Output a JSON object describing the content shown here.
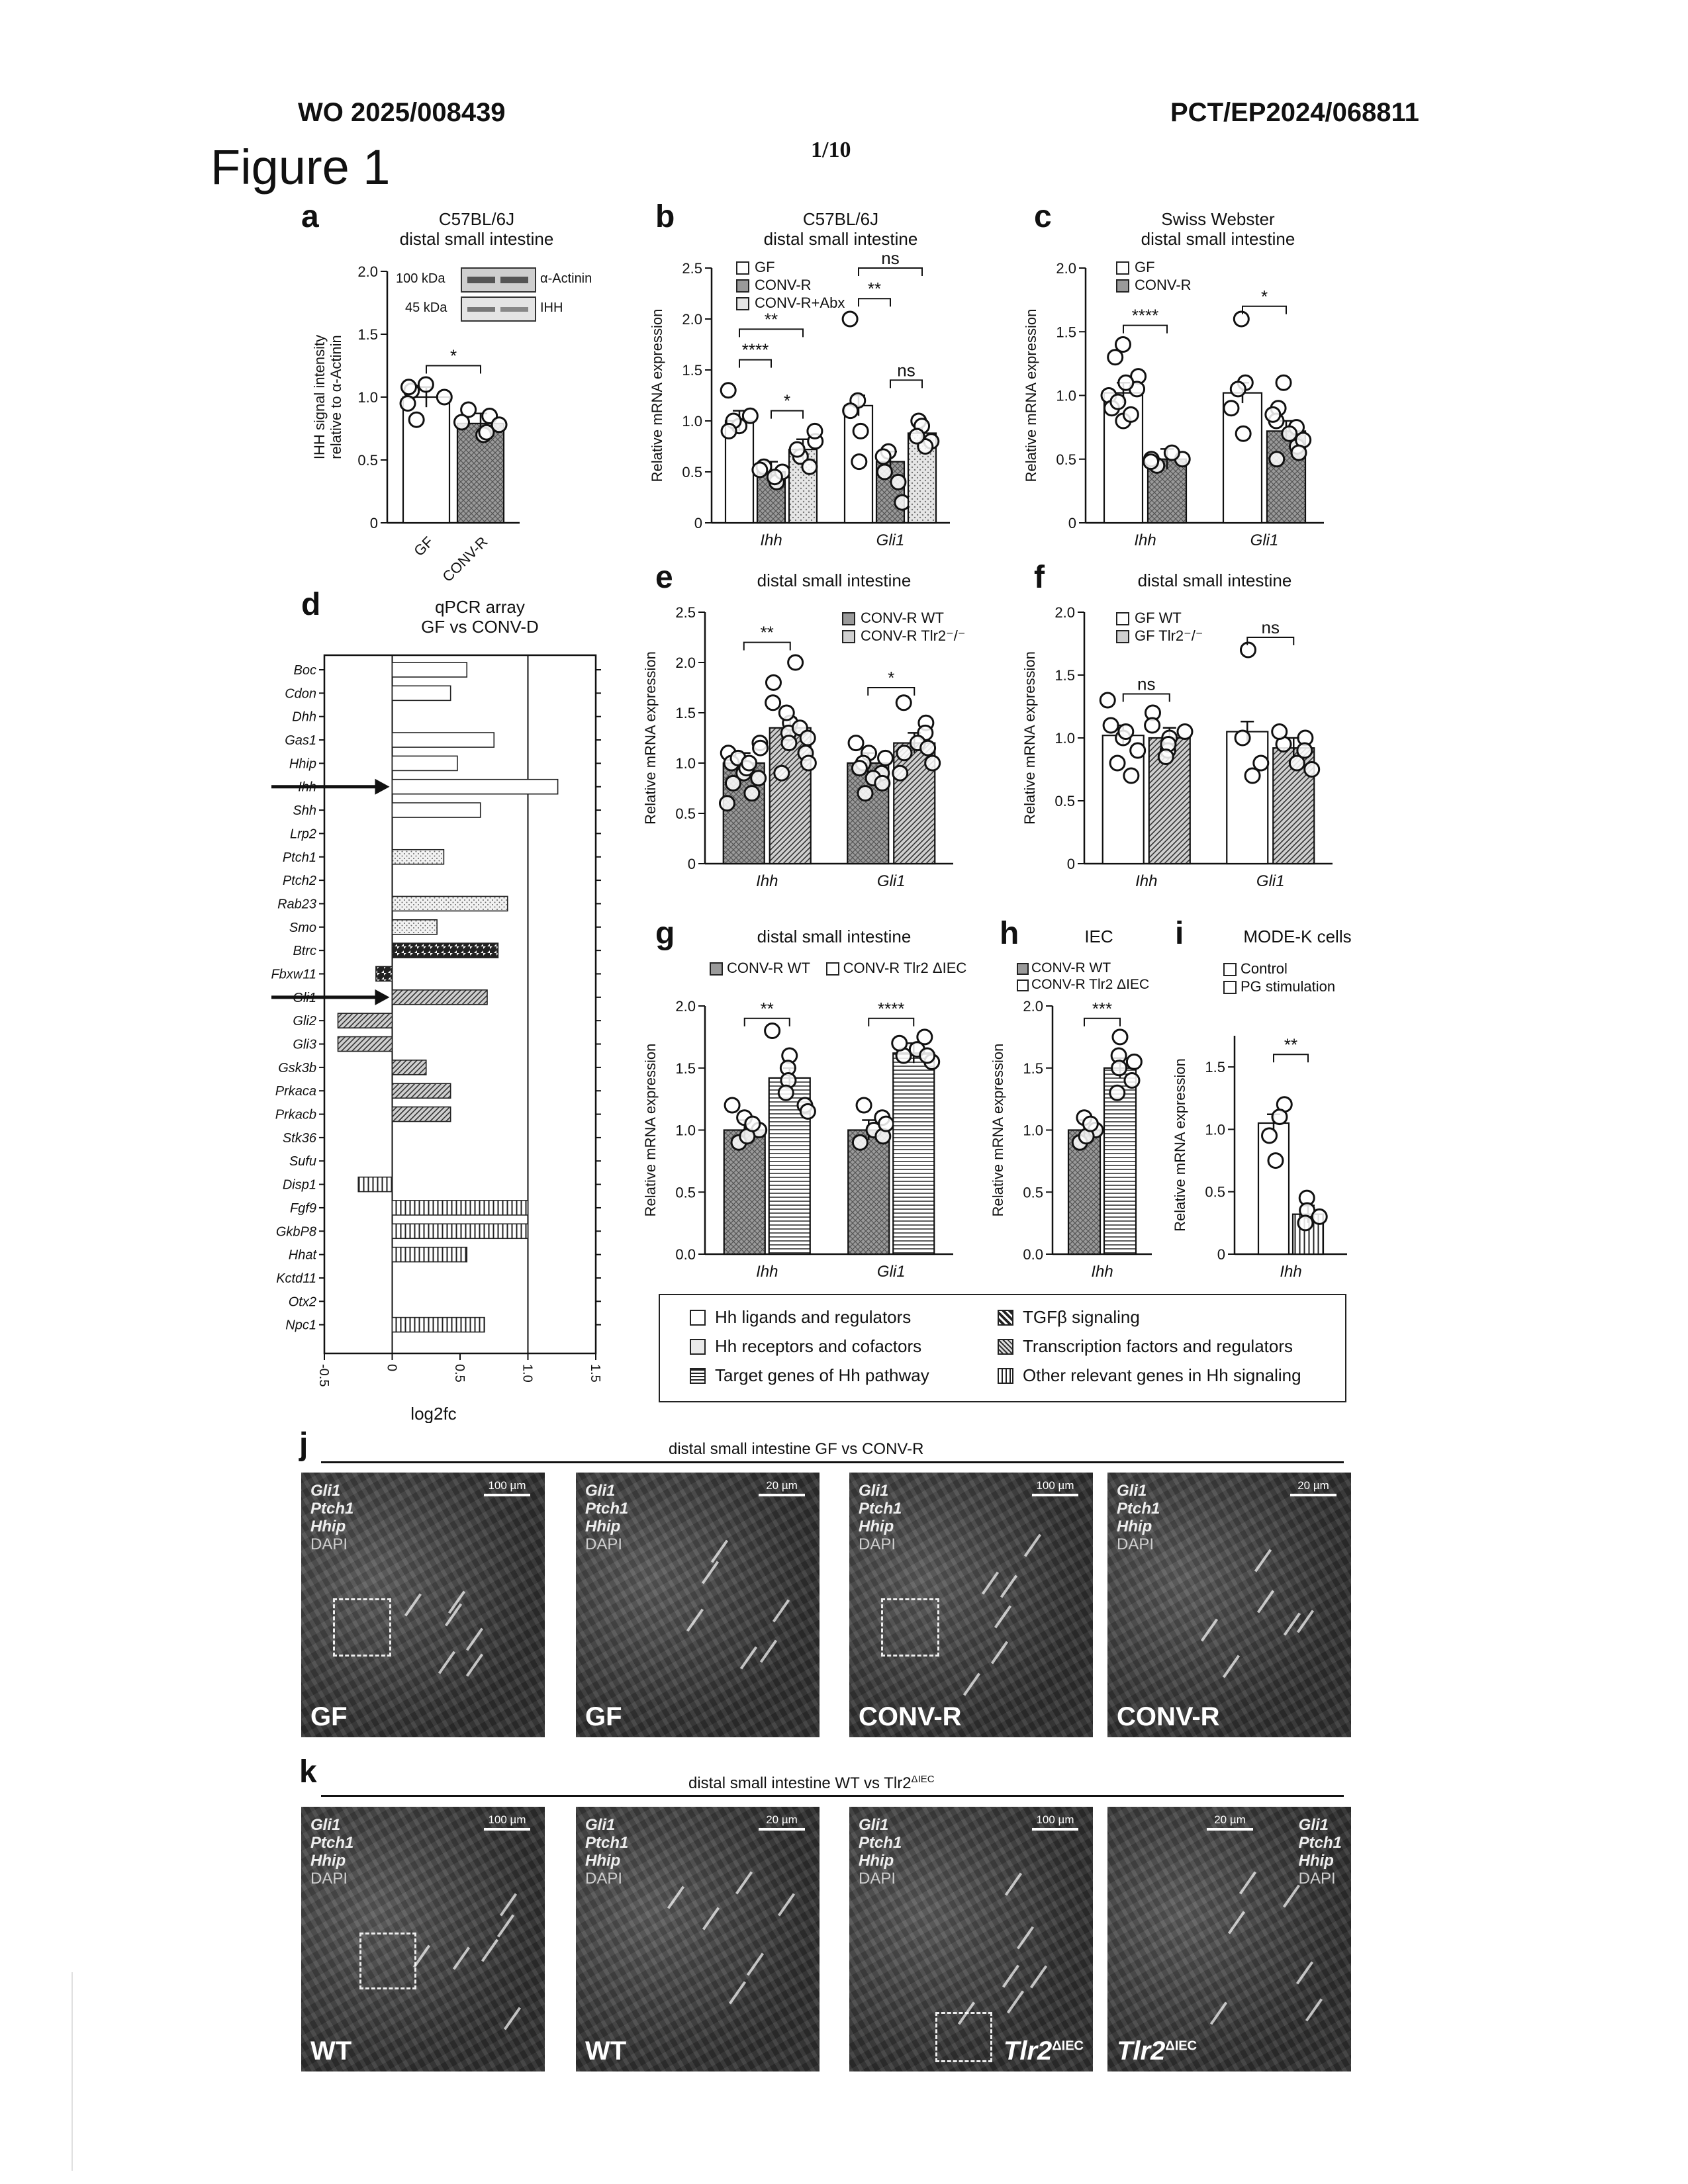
{
  "header": {
    "left": "WO 2025/008439",
    "right": "PCT/EP2024/068811",
    "page": "1/10",
    "figure": "Figure 1"
  },
  "colors": {
    "ink": "#111111",
    "bar_white": "#ffffff",
    "bar_grey": "#9a9a9a",
    "bar_light": "#d8d8d8",
    "micrograph": "#3a3a3a"
  },
  "panels": {
    "a": {
      "label": "a",
      "title1": "C57BL/6J",
      "title2": "distal small intestine",
      "ylabel1": "IHH signal intensity",
      "ylabel2": "relative to α-Actinin",
      "blot": [
        {
          "kda": "100 kDa",
          "protein": "α-Actinin"
        },
        {
          "kda": "45 kDa",
          "protein": "IHH"
        }
      ],
      "sig": "*"
    },
    "b": {
      "label": "b",
      "title1": "C57BL/6J",
      "title2": "distal small intestine",
      "ylabel": "Relative mRNA expression",
      "legend": [
        "GF",
        "CONV-R",
        "CONV-R+Abx"
      ]
    },
    "c": {
      "label": "c",
      "title1": "Swiss Webster",
      "title2": "distal small intestine",
      "ylabel": "Relative mRNA expression",
      "legend": [
        "GF",
        "CONV-R"
      ]
    },
    "d": {
      "label": "d",
      "title1": "qPCR array",
      "title2": "GF vs CONV-D",
      "xlabel": "log2fc"
    },
    "e": {
      "label": "e",
      "title1": "distal small intestine",
      "ylabel": "Relative mRNA expression",
      "legend": [
        "CONV-R WT",
        "CONV-R Tlr2⁻/⁻"
      ]
    },
    "f": {
      "label": "f",
      "title1": "distal small intestine",
      "ylabel": "Relative mRNA expression",
      "legend": [
        "GF WT",
        "GF Tlr2⁻/⁻"
      ]
    },
    "g": {
      "label": "g",
      "title1": "distal small intestine",
      "ylabel": "Relative mRNA expression",
      "legend": [
        "CONV-R WT",
        "CONV-R Tlr2 ΔIEC"
      ]
    },
    "h": {
      "label": "h",
      "title1": "IEC",
      "ylabel": "Relative mRNA expression",
      "legend": [
        "CONV-R WT",
        "CONV-R Tlr2 ΔIEC"
      ]
    },
    "i": {
      "label": "i",
      "title1": "MODE-K cells",
      "ylabel": "Relative mRNA expression",
      "legend": [
        "Control",
        "PG stimulation"
      ]
    },
    "j": {
      "label": "j",
      "title": "distal small intestine GF vs CONV-R"
    },
    "k": {
      "label": "k",
      "title": "distal small intestine WT vs Tlr2",
      "title_sup": "ΔIEC"
    }
  },
  "category_legend": [
    {
      "label": "Hh ligands and regulators",
      "pattern": "white"
    },
    {
      "label": "Hh receptors and cofactors",
      "pattern": "dots"
    },
    {
      "label": "Target genes of Hh pathway",
      "pattern": "hlines"
    },
    {
      "label": "TGFβ signaling",
      "pattern": "diag-bold"
    },
    {
      "label": "Transcription factors and regulators",
      "pattern": "diag"
    },
    {
      "label": "Other relevant genes in Hh signaling",
      "pattern": "vlines"
    }
  ],
  "micrographs": {
    "j": [
      {
        "cond": "GF",
        "scale": "100 µm",
        "box": true
      },
      {
        "cond": "GF",
        "scale": "20 µm",
        "box": false
      },
      {
        "cond": "CONV-R",
        "scale": "100 µm",
        "box": true
      },
      {
        "cond": "CONV-R",
        "scale": "20 µm",
        "box": false
      }
    ],
    "k": [
      {
        "cond": "WT",
        "scale": "100 µm",
        "box": true
      },
      {
        "cond": "WT",
        "scale": "20 µm",
        "box": false
      },
      {
        "cond": "Tlr2",
        "cond_sup": "ΔIEC",
        "scale": "100 µm",
        "box": true
      },
      {
        "cond": "Tlr2",
        "cond_sup": "ΔIEC",
        "scale": "20 µm",
        "box": false
      }
    ],
    "stains": [
      "Gli1",
      "Ptch1",
      "Hhip",
      "DAPI"
    ]
  },
  "chart_data": [
    {
      "panel": "a",
      "type": "bar",
      "categories": [
        "GF",
        "CONV-R"
      ],
      "values": [
        1.0,
        0.79
      ],
      "ylim": [
        0,
        2.0
      ],
      "yticks": [
        "0",
        "0.5",
        "1.0",
        "1.5",
        "2.0"
      ],
      "points": [
        [
          1.05,
          0.95,
          1.1,
          0.82,
          1.0,
          1.08
        ],
        [
          0.7,
          0.85,
          0.78,
          0.9,
          0.72,
          0.8
        ]
      ],
      "fills": [
        "white",
        "grey"
      ],
      "sig": [
        {
          "a": 0,
          "b": 1,
          "label": "*",
          "y": 1.25
        }
      ]
    },
    {
      "panel": "b",
      "type": "bar",
      "groups": [
        "Ihh",
        "Gli1"
      ],
      "series_names": [
        "GF",
        "CONV-R",
        "CONV-R+Abx"
      ],
      "values": [
        [
          1.0,
          0.5,
          0.72
        ],
        [
          1.15,
          0.6,
          0.88
        ]
      ],
      "ylim": [
        0,
        2.5
      ],
      "yticks": [
        "0",
        "0.5",
        "1.0",
        "1.5",
        "2.0",
        "2.5"
      ],
      "fills": [
        "white",
        "grey",
        "light"
      ],
      "points": [
        [
          [
            1.3,
            0.95,
            1.0,
            1.05,
            0.9
          ],
          [
            0.4,
            0.5,
            0.55,
            0.45,
            0.52
          ],
          [
            0.65,
            0.8,
            0.72,
            0.55,
            0.9
          ]
        ],
        [
          [
            2.0,
            1.2,
            0.9,
            1.1,
            0.6
          ],
          [
            0.2,
            0.7,
            0.5,
            0.65,
            0.4
          ],
          [
            0.8,
            1.0,
            0.75,
            0.95,
            0.85
          ]
        ]
      ],
      "sig": [
        {
          "g": 0,
          "a": 0,
          "b": 1,
          "label": "****",
          "y": 1.6
        },
        {
          "g": 0,
          "a": 0,
          "b": 2,
          "label": "**",
          "y": 1.9
        },
        {
          "g": 0,
          "a": 1,
          "b": 2,
          "label": "*",
          "y": 1.1
        },
        {
          "g": 1,
          "a": 0,
          "b": 1,
          "label": "**",
          "y": 2.2
        },
        {
          "g": 1,
          "a": 0,
          "b": 2,
          "label": "ns",
          "y": 2.5
        },
        {
          "g": 1,
          "a": 1,
          "b": 2,
          "label": "ns",
          "y": 1.4
        }
      ]
    },
    {
      "panel": "c",
      "type": "bar",
      "groups": [
        "Ihh",
        "Gli1"
      ],
      "series_names": [
        "GF",
        "CONV-R"
      ],
      "values": [
        [
          1.02,
          0.5
        ],
        [
          1.02,
          0.72
        ]
      ],
      "ylim": [
        0,
        2.0
      ],
      "yticks": [
        "0",
        "0.5",
        "1.0",
        "1.5",
        "2.0"
      ],
      "fills": [
        "white",
        "grey"
      ],
      "points": [
        [
          [
            1.4,
            1.3,
            1.15,
            1.0,
            0.9,
            0.8,
            1.05,
            0.95,
            1.1,
            0.85
          ],
          [
            0.5,
            0.45,
            0.55,
            0.5,
            0.48
          ]
        ],
        [
          [
            1.6,
            1.1,
            0.9,
            0.7,
            1.05
          ],
          [
            1.1,
            0.9,
            0.8,
            0.6,
            0.75,
            0.7,
            0.5,
            0.65,
            0.85,
            0.55
          ]
        ]
      ],
      "sig": [
        {
          "g": 0,
          "a": 0,
          "b": 1,
          "label": "****",
          "y": 1.55
        },
        {
          "g": 1,
          "a": 0,
          "b": 1,
          "label": "*",
          "y": 1.7
        }
      ]
    },
    {
      "panel": "d",
      "type": "bar",
      "orientation": "horizontal",
      "categories": [
        "Boc",
        "Cdon",
        "Dhh",
        "Gas1",
        "Hhip",
        "Ihh",
        "Shh",
        "Lrp2",
        "Ptch1",
        "Ptch2",
        "Rab23",
        "Smo",
        "Btrc",
        "Fbxw11",
        "Gli1",
        "Gli2",
        "Gli3",
        "Gsk3b",
        "Prkaca",
        "Prkacb",
        "Stk36",
        "Sufu",
        "Disp1",
        "Fgf9",
        "GkbP8",
        "Hhat",
        "Kctd11",
        "Otx2",
        "Npc1"
      ],
      "values": [
        0.55,
        0.43,
        0.0,
        0.75,
        0.48,
        1.22,
        0.65,
        0.0,
        0.38,
        0.0,
        0.85,
        0.33,
        0.78,
        -0.12,
        0.7,
        -0.4,
        -0.4,
        0.25,
        0.43,
        0.43,
        0.0,
        0.0,
        -0.25,
        1.0,
        1.0,
        0.55,
        0.0,
        0.0,
        0.68
      ],
      "patterns": [
        "white",
        "white",
        "white",
        "white",
        "white",
        "white",
        "white",
        "dots",
        "dots",
        "dots",
        "dots",
        "dots",
        "diag-bold",
        "diag-bold",
        "diag",
        "diag",
        "diag",
        "diag",
        "diag",
        "diag",
        "diag",
        "diag",
        "vlines",
        "vlines",
        "vlines",
        "vlines",
        "vlines",
        "vlines",
        "vlines"
      ],
      "arrows": [
        "Ihh",
        "Gli1"
      ],
      "xlim": [
        -0.5,
        1.5
      ],
      "xticks": [
        "-0.5",
        "0",
        "0.5",
        "1.0",
        "1.5"
      ],
      "xlabel": "log2fc"
    },
    {
      "panel": "e",
      "type": "bar",
      "groups": [
        "Ihh",
        "Gli1"
      ],
      "series_names": [
        "CONV-R WT",
        "CONV-R Tlr2⁻/⁻"
      ],
      "values": [
        [
          1.0,
          1.35
        ],
        [
          1.0,
          1.2
        ]
      ],
      "ylim": [
        0,
        2.5
      ],
      "yticks": [
        "0",
        "0.5",
        "1.0",
        "1.5",
        "2.0",
        "2.5"
      ],
      "fills": [
        "grey",
        "diag"
      ],
      "points": [
        [
          [
            1.2,
            1.1,
            1.0,
            0.9,
            0.85,
            1.05,
            0.95,
            0.7,
            1.15,
            0.8,
            1.0,
            0.6
          ],
          [
            2.0,
            1.8,
            1.6,
            1.4,
            1.3,
            1.2,
            1.1,
            1.5,
            1.0,
            0.9,
            1.35,
            1.25
          ]
        ],
        [
          [
            1.2,
            1.1,
            1.0,
            0.9,
            0.85,
            0.95,
            0.8,
            1.05,
            0.7
          ],
          [
            1.6,
            1.4,
            1.3,
            1.2,
            1.1,
            1.0,
            0.9,
            1.15
          ]
        ]
      ],
      "sig": [
        {
          "g": 0,
          "a": 0,
          "b": 1,
          "label": "**",
          "y": 2.2
        },
        {
          "g": 1,
          "a": 0,
          "b": 1,
          "label": "*",
          "y": 1.75
        }
      ]
    },
    {
      "panel": "f",
      "type": "bar",
      "groups": [
        "Ihh",
        "Gli1"
      ],
      "series_names": [
        "GF WT",
        "GF Tlr2⁻/⁻"
      ],
      "values": [
        [
          1.02,
          1.0
        ],
        [
          1.05,
          0.92
        ]
      ],
      "ylim": [
        0,
        2.0
      ],
      "yticks": [
        "0",
        "0.5",
        "1.0",
        "1.5",
        "2.0"
      ],
      "fills": [
        "white",
        "diag"
      ],
      "points": [
        [
          [
            1.3,
            1.1,
            1.0,
            0.9,
            0.8,
            1.05,
            0.7
          ],
          [
            1.2,
            1.1,
            1.0,
            0.9,
            0.95,
            1.05,
            0.85
          ]
        ],
        [
          [
            1.7,
            1.0,
            0.8,
            0.7
          ],
          [
            1.0,
            0.9,
            0.8,
            0.95,
            0.75,
            1.05
          ]
        ]
      ],
      "sig": [
        {
          "g": 0,
          "a": 0,
          "b": 1,
          "label": "ns",
          "y": 1.35
        },
        {
          "g": 1,
          "a": 0,
          "b": 1,
          "label": "ns",
          "y": 1.8
        }
      ]
    },
    {
      "panel": "g",
      "type": "bar",
      "groups": [
        "Ihh",
        "Gli1"
      ],
      "series_names": [
        "CONV-R WT",
        "CONV-R Tlr2 ΔIEC"
      ],
      "values": [
        [
          1.0,
          1.42
        ],
        [
          1.0,
          1.62
        ]
      ],
      "ylim": [
        0,
        2.0
      ],
      "yticks": [
        "0.0",
        "0.5",
        "1.0",
        "1.5",
        "2.0"
      ],
      "fills": [
        "grey",
        "hlines"
      ],
      "points": [
        [
          [
            1.2,
            1.1,
            1.0,
            0.9,
            0.95,
            1.05
          ],
          [
            1.8,
            1.6,
            1.5,
            1.4,
            1.2,
            1.3,
            1.15
          ]
        ],
        [
          [
            1.2,
            1.1,
            1.0,
            0.9,
            0.95,
            1.05
          ],
          [
            1.75,
            1.65,
            1.6,
            1.55,
            1.7,
            1.6
          ]
        ]
      ],
      "sig": [
        {
          "g": 0,
          "a": 0,
          "b": 1,
          "label": "**",
          "y": 1.9
        },
        {
          "g": 1,
          "a": 0,
          "b": 1,
          "label": "****",
          "y": 1.9
        }
      ]
    },
    {
      "panel": "h",
      "type": "bar",
      "groups": [
        "Ihh"
      ],
      "series_names": [
        "CONV-R WT",
        "CONV-R Tlr2 ΔIEC"
      ],
      "values": [
        [
          1.0,
          1.5
        ]
      ],
      "ylim": [
        0,
        2.0
      ],
      "yticks": [
        "0.0",
        "0.5",
        "1.0",
        "1.5",
        "2.0"
      ],
      "fills": [
        "grey",
        "hlines"
      ],
      "points": [
        [
          [
            1.1,
            1.0,
            0.9,
            0.95,
            1.05
          ],
          [
            1.75,
            1.6,
            1.5,
            1.4,
            1.3,
            1.55
          ]
        ]
      ],
      "sig": [
        {
          "g": 0,
          "a": 0,
          "b": 1,
          "label": "***",
          "y": 1.9
        }
      ]
    },
    {
      "panel": "i",
      "type": "bar",
      "groups": [
        "Ihh"
      ],
      "series_names": [
        "Control",
        "PG stimulation"
      ],
      "values": [
        [
          1.05,
          0.32
        ]
      ],
      "ylim": [
        0,
        1.75
      ],
      "yticks": [
        "0",
        "0.5",
        "1.0",
        "1.5"
      ],
      "fills": [
        "white",
        "vlines"
      ],
      "points": [
        [
          [
            1.2,
            0.95,
            0.75,
            1.1
          ],
          [
            0.45,
            0.35,
            0.3,
            0.25
          ]
        ]
      ],
      "sig": [
        {
          "g": 0,
          "a": 0,
          "b": 1,
          "label": "**",
          "y": 1.6
        }
      ]
    }
  ]
}
